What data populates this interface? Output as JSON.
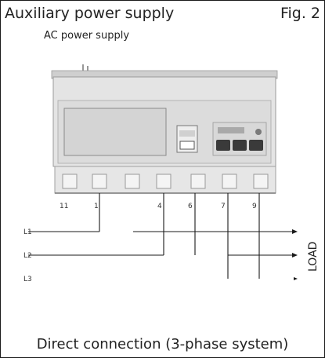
{
  "header": {
    "title": "Auxiliary power supply",
    "figure_label": "Fig. 2",
    "subtitle": "AC power supply"
  },
  "terminals": {
    "t11": "11",
    "t1": "1",
    "t4": "4",
    "t6": "6",
    "t7": "7",
    "t9": "9"
  },
  "lines": {
    "l1": "L1",
    "l2": "L2",
    "l3": "L3"
  },
  "load_label": "LOAD",
  "caption": "Direct connection (3-phase system)",
  "colors": {
    "line": "#1a1a1a",
    "device_body": "#e4e4e4",
    "device_shadow": "#bdbdbd",
    "button": "#3a3a3a"
  }
}
